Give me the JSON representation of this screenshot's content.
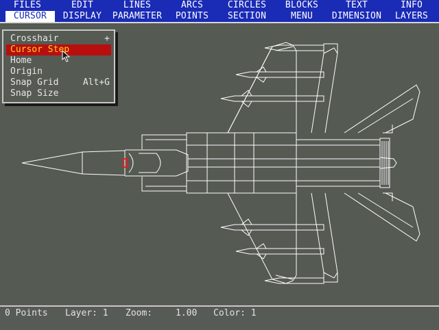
{
  "menubar": {
    "columns": [
      {
        "top": "FILES",
        "bottom": "CURSOR"
      },
      {
        "top": "EDIT",
        "bottom": "DISPLAY"
      },
      {
        "top": "LINES",
        "bottom": "PARAMETER"
      },
      {
        "top": "ARCS",
        "bottom": "POINTS"
      },
      {
        "top": "CIRCLES",
        "bottom": "SECTION"
      },
      {
        "top": "BLOCKS",
        "bottom": "MENU"
      },
      {
        "top": "TEXT",
        "bottom": "DIMENSION"
      },
      {
        "top": "INFO",
        "bottom": "LAYERS"
      }
    ],
    "active_menu": "CURSOR"
  },
  "cursor_menu": {
    "items": [
      {
        "label": "Crosshair",
        "shortcut": "+"
      },
      {
        "label": "Cursor Step",
        "shortcut": ""
      },
      {
        "label": "Home",
        "shortcut": ""
      },
      {
        "label": "Origin",
        "shortcut": ""
      },
      {
        "label": "Snap Grid",
        "shortcut": "Alt+G"
      },
      {
        "label": "Snap Size",
        "shortcut": ""
      }
    ],
    "selected_label": "Cursor Step"
  },
  "status": {
    "points": "0 Points",
    "layer": "Layer: 1",
    "zoom_label": "Zoom:",
    "zoom_value": "1.00",
    "color": "Color: 1"
  },
  "colors": {
    "menubar_bg": "#1a2bb6",
    "canvas_bg": "#555a53",
    "menu_highlight": "#b90e0e",
    "menu_highlight_text": "#ffd21e",
    "drawing_lines": "#ffffff",
    "cockpit_accent": "#e02020"
  },
  "icons": {
    "pointer": "arrow-pointer-icon",
    "drawing": "jet-fighter-wireframe"
  }
}
